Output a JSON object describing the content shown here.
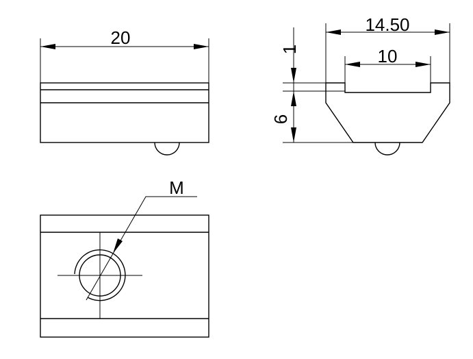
{
  "dimensions": {
    "front_width": "20",
    "side_outer_width": "14.50",
    "side_inner_width": "10",
    "side_top_height": "1",
    "side_body_height": "6",
    "thread": "M"
  }
}
